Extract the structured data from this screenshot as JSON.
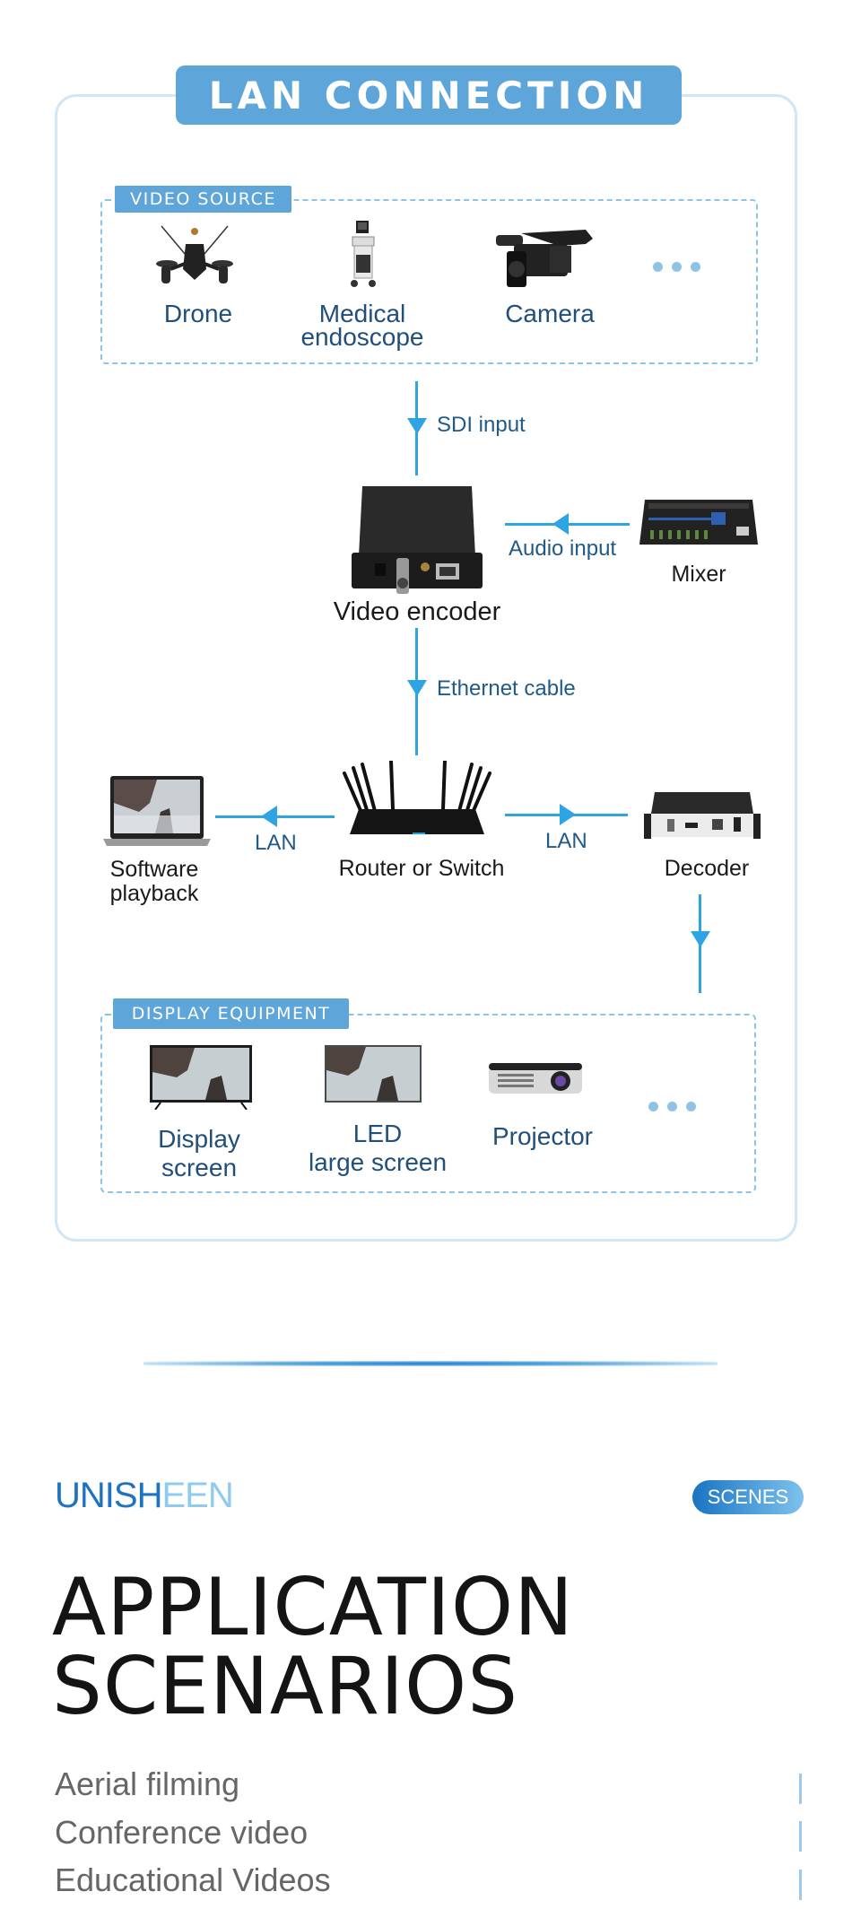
{
  "diagram": {
    "title": "LAN CONNECTION",
    "video_source": {
      "tag": "VIDEO SOURCE",
      "items": [
        {
          "label_line1": "Drone",
          "label_line2": "",
          "icon": "drone-icon"
        },
        {
          "label_line1": "Medical",
          "label_line2": "endoscope",
          "icon": "medical-endoscope-icon"
        },
        {
          "label_line1": "Camera",
          "label_line2": "",
          "icon": "camera-icon"
        }
      ],
      "more": "more-dots-icon"
    },
    "connections": {
      "sdi": "SDI input",
      "audio": "Audio input",
      "ethernet": "Ethernet cable",
      "lan_left": "LAN",
      "lan_right": "LAN"
    },
    "nodes": {
      "encoder": "Video encoder",
      "mixer": "Mixer",
      "router": "Router or Switch",
      "software_line1": "Software",
      "software_line2": "playback",
      "decoder": "Decoder"
    },
    "display_equipment": {
      "tag": "DISPLAY EQUIPMENT",
      "items": [
        {
          "label_line1": "Display",
          "label_line2": "screen",
          "icon": "tv-icon"
        },
        {
          "label_line1": "LED",
          "label_line2": "large screen",
          "icon": "led-screen-icon"
        },
        {
          "label_line1": "Projector",
          "label_line2": "",
          "icon": "projector-icon"
        }
      ],
      "more": "more-dots-icon"
    },
    "colors": {
      "accent": "#5ea6d9",
      "line": "#2ea4e4",
      "border": "#cfe6f6",
      "label": "#1f4f7a"
    }
  },
  "brand": {
    "logo_part1": "UNISH",
    "logo_part2": "EEN",
    "badge": "SCENES"
  },
  "scenarios": {
    "heading_line1": "APPLICATION",
    "heading_line2": "SCENARIOS",
    "items": [
      "Aerial filming",
      "Conference video",
      "Educational Videos"
    ]
  }
}
